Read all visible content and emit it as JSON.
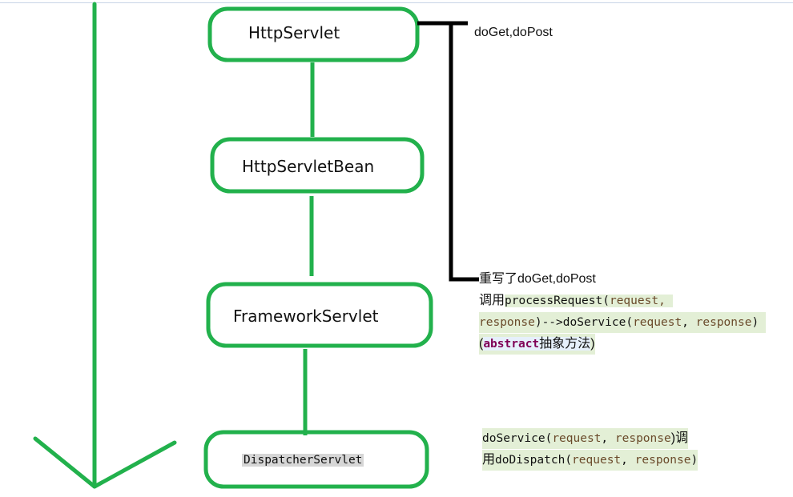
{
  "nodes": [
    {
      "id": "http-servlet",
      "label": "HttpServlet"
    },
    {
      "id": "http-servlet-bean",
      "label": "HttpServletBean"
    },
    {
      "id": "framework-servlet",
      "label": "FrameworkServlet"
    },
    {
      "id": "dispatcher-servlet",
      "label": "DispatcherServlet"
    }
  ],
  "notes": {
    "http_servlet": "doGet,doPost",
    "framework": {
      "line1_prefix": "重写了doGet,doPost",
      "line2_call": "调用",
      "line2_method": "processRequest(",
      "line2_param": "request,",
      "line3_param1": "response",
      "line3_mid": ")-->doService(",
      "line3_param2": "request",
      "line3_sep": ", ",
      "line3_param3": "response",
      "line3_end": ")",
      "line4_open": "(",
      "line4_keyword": "abstract",
      "line4_text": "抽象方法",
      "line4_close": ")"
    },
    "dispatcher": {
      "line1_method": "doService(",
      "line1_param1": "request",
      "line1_sep": ", ",
      "line1_param2": "response",
      "line1_end": ")调",
      "line2_prefix": "用",
      "line2_method": "doDispatch(",
      "line2_param1": "request",
      "line2_sep": ", ",
      "line2_param2": "response",
      "line2_end": ")"
    }
  },
  "colors": {
    "node_border": "#22b14c",
    "bracket": "#000000",
    "highlight": "#e3efd6"
  }
}
